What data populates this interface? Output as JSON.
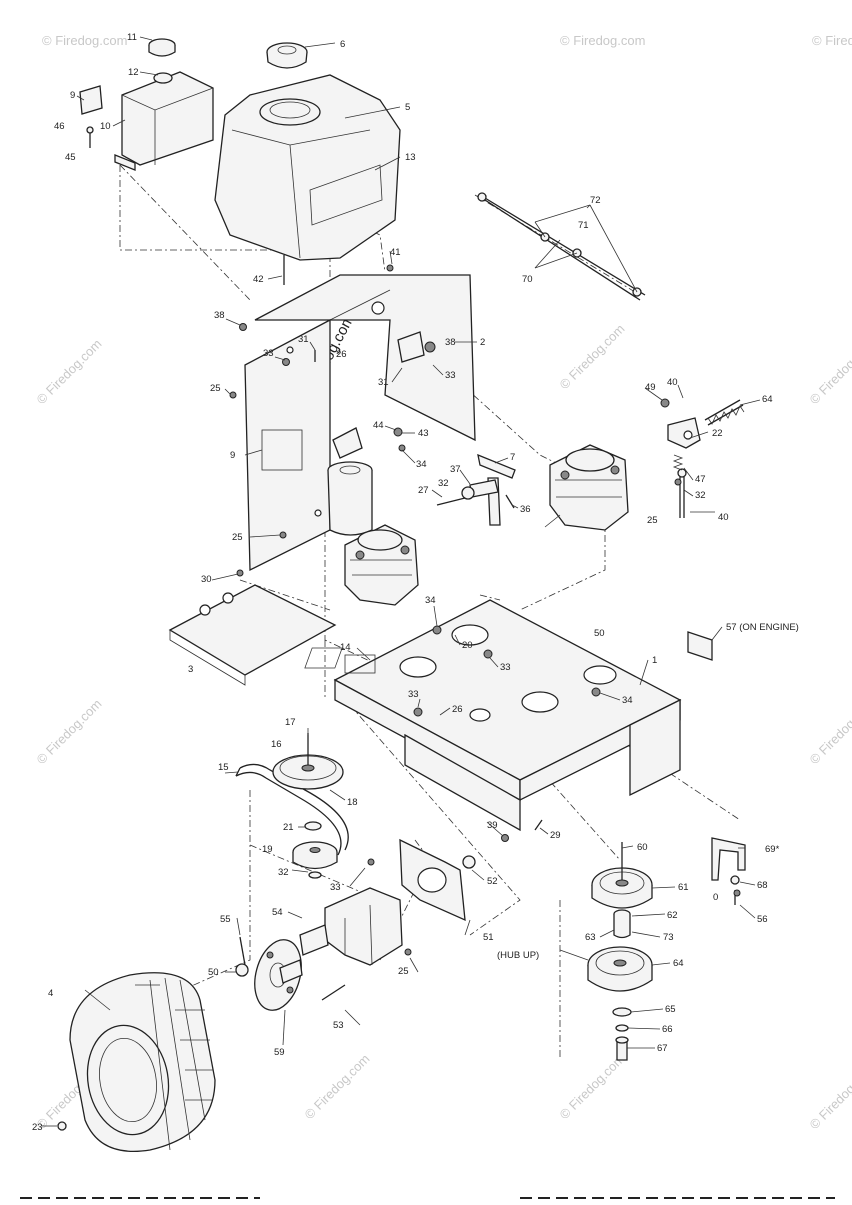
{
  "watermark": "© Firedog.com",
  "center_watermark": "© Firedog.com",
  "labels": {
    "l11": "11",
    "l6": "6",
    "l12": "12",
    "l9a": "9",
    "l10": "10",
    "l46": "46",
    "l45": "45",
    "l5": "5",
    "l13": "13",
    "l72": "72",
    "l71": "71",
    "l70": "70",
    "l41": "41",
    "l42": "42",
    "l38a": "38",
    "l31a": "31",
    "l26a": "26",
    "l33a": "33",
    "l38b": "38",
    "l2": "2",
    "l31b": "31",
    "l33b": "33",
    "l25a": "25",
    "l44": "44",
    "l43": "43",
    "l9b": "9",
    "l34a": "34",
    "l37": "37",
    "l7": "7",
    "l27": "27",
    "l32a": "32",
    "l36": "36",
    "l49": "49",
    "l40a": "40",
    "l64a": "64",
    "l22": "22",
    "l47": "47",
    "l32b": "32",
    "l40b": "40",
    "l25b": "25",
    "l25c": "25",
    "l30": "30",
    "l3": "3",
    "l34b": "34",
    "l57": "57 (ON ENGINE)",
    "l50a": "50",
    "l20": "20",
    "l14": "14",
    "l33c": "33",
    "l1": "1",
    "l33d": "33",
    "l26b": "26",
    "l34c": "34",
    "l17": "17",
    "l16": "16",
    "l15": "15",
    "l18": "18",
    "l21": "21",
    "l19": "19",
    "l39": "39",
    "l29": "29",
    "l32c": "32",
    "l33e": "33",
    "l52": "52",
    "l60": "60",
    "l69": "69*",
    "l61": "61",
    "l68": "68",
    "l0": "0",
    "l56": "56",
    "l55": "55",
    "l54": "54",
    "l62": "62",
    "l51": "51",
    "l63": "63",
    "l73": "73",
    "l4": "4",
    "l50b": "50",
    "l25d": "25",
    "l64b": "64",
    "l53": "53",
    "l65": "65",
    "l59": "59",
    "l66": "66",
    "l67": "67",
    "l23": "23",
    "hub": "(HUB UP)"
  }
}
